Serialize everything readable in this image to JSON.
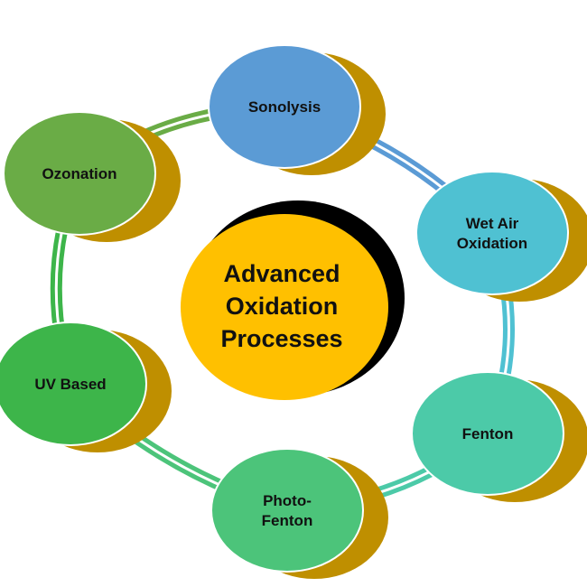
{
  "center": {
    "lines": [
      "Advanced",
      "Oxidation",
      "Processes"
    ],
    "color": "#ffc000"
  },
  "shadow_color": "#bf8f00",
  "nodes": [
    {
      "id": "sonolysis",
      "lines": [
        "Sonolysis"
      ],
      "color": "#5b9bd5"
    },
    {
      "id": "wet-air-oxidation",
      "lines": [
        "Wet Air",
        "Oxidation"
      ],
      "color": "#4fc1d2"
    },
    {
      "id": "fenton",
      "lines": [
        "Fenton"
      ],
      "color": "#4ccaa8"
    },
    {
      "id": "photo-fenton",
      "lines": [
        "Photo-",
        "Fenton"
      ],
      "color": "#4cc47a"
    },
    {
      "id": "uv-based",
      "lines": [
        "UV Based"
      ],
      "color": "#3db54a"
    },
    {
      "id": "ozonation",
      "lines": [
        "Ozonation"
      ],
      "color": "#6aac46"
    }
  ]
}
